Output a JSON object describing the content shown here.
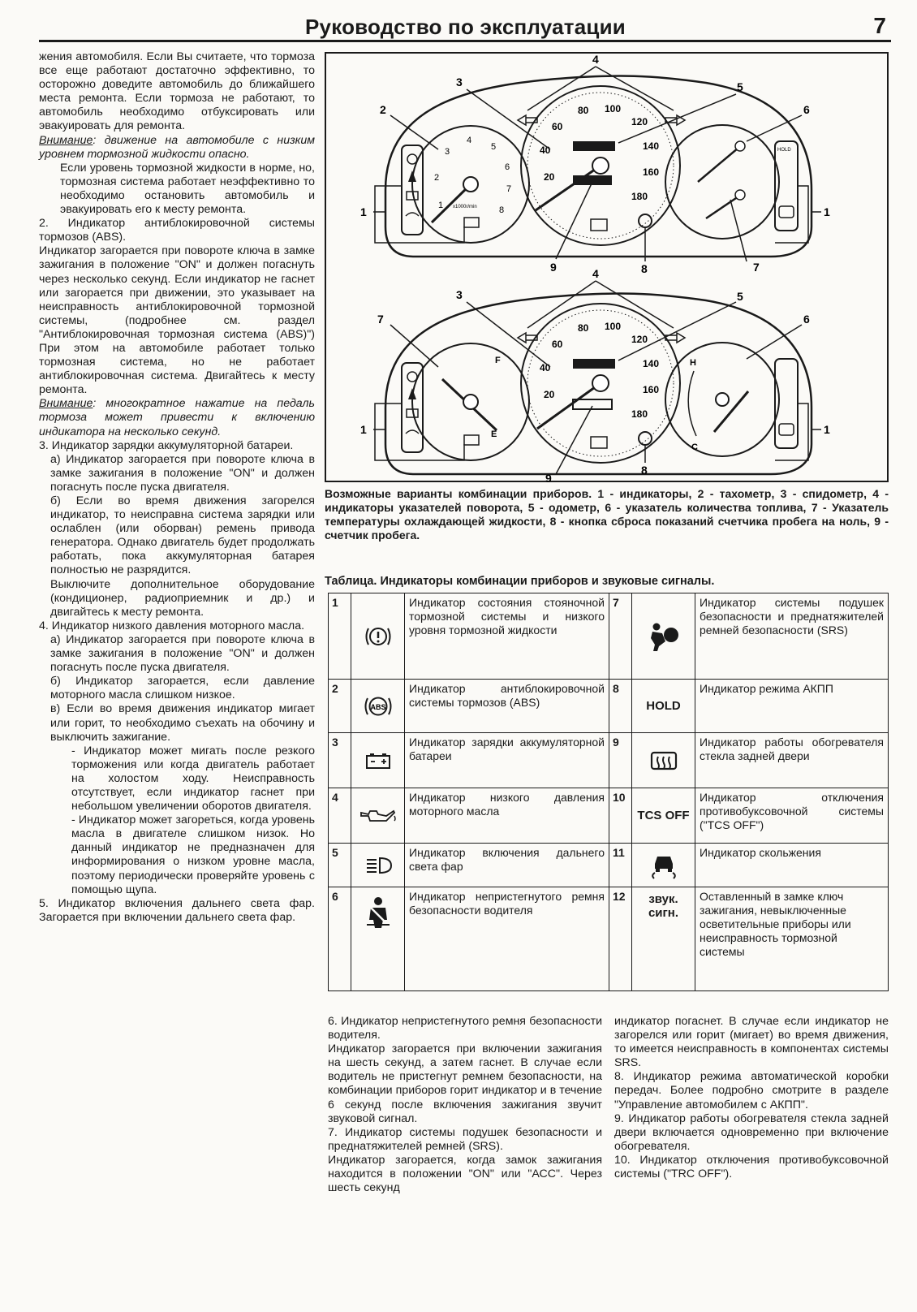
{
  "header": {
    "title": "Руководство по эксплуатации",
    "page_number": "7"
  },
  "left_column": [
    "жения автомобиля. Если Вы считаете, что тормоза все еще работают достаточно эффективно, то осторожно доведите автомобиль до ближайшего места ремонта. Если тормоза не работают, то автомобиль необходимо отбуксировать или эвакуировать для ремонта.",
    "движение на автомобиле с низким уровнем тормозной жидкости опасно.",
    "Если уровень тормозной жидкости в норме, но, тормозная система работает неэффективно то необходимо остановить автомобиль и эвакуировать его к месту ремонта.",
    "2. Индикатор антиблокировочной системы тормозов (ABS).",
    "Индикатор загорается при повороте ключа в замке зажигания в положение \"ON\" и должен погаснуть через несколько секунд. Если индикатор не гаснет или загорается при движении, это указывает на неисправность антиблокировочной тормозной системы, (подробнее см. раздел \"Антиблокировочная тормозная система (ABS)\") При этом на автомобиле работает только тормозная система, но не работает антиблокировочная система. Двигайтесь к месту ремонта.",
    "многократное нажатие на педаль тормоза может привести к включению индикатора на несколько секунд.",
    "3. Индикатор зарядки аккумуляторной батареи.",
    "а) Индикатор загорается при повороте ключа в замке зажигания в положение \"ON\" и должен погаснуть после пуска двигателя.",
    "б) Если во время движения загорелся индикатор, то неисправна система зарядки или ослаблен (или оборван) ремень привода генератора. Однако двигатель будет продолжать работать, пока аккумуляторная батарея полностью не разрядится.",
    "Выключите дополнительное оборудование (кондиционер, радиоприемник и др.) и двигайтесь к месту ремонта.",
    "4. Индикатор низкого давления моторного масла.",
    "а) Индикатор загорается при повороте ключа в замке зажигания в положение \"ON\" и должен погаснуть после пуска двигателя.",
    "б) Индикатор загорается, если давление моторного масла слишком низкое.",
    "в) Если во время движения индикатор мигает или горит, то необходимо съехать на обочину и выключить зажигание.",
    "- Индикатор может мигать после резкого торможения или когда двигатель работает на холостом ходу. Неисправность отсутствует, если индикатор гаснет при небольшом увеличении оборотов двигателя.",
    "- Индикатор может загореться, когда уровень масла в двигателе слишком низок. Но данный индикатор не предназначен для информирования о низком уровне масла, поэтому периодически проверяйте уровень с помощью щупа.",
    "5. Индикатор включения дальнего света фар. Загорается при включении дальнего света фар."
  ],
  "warning_label": "Внимание",
  "figure": {
    "callouts": [
      "1",
      "2",
      "3",
      "4",
      "5",
      "6",
      "7",
      "8",
      "9"
    ],
    "speedo_ticks": [
      "20",
      "40",
      "60",
      "80",
      "100",
      "120",
      "140",
      "160",
      "180"
    ],
    "tacho_ticks": [
      "1",
      "2",
      "3",
      "4",
      "5",
      "6",
      "7",
      "8"
    ],
    "fuel_marks": [
      "F",
      "E"
    ],
    "temp_marks": [
      "H",
      "C"
    ],
    "hold_label": "HOLD",
    "tacho_unit": "x1000r/min"
  },
  "caption": "Возможные варианты комбинации приборов. 1 - индикаторы, 2 - тахометр, 3 - спидометр, 4 - индикаторы указателей поворота, 5 - одометр, 6 - указатель количества топлива, 7 - Указатель температуры охлаждающей жидкости, 8 - кнопка сброса показаний счетчика пробега на ноль, 9 - счетчик пробега.",
  "table": {
    "title": "Таблица. Индикаторы комбинации приборов и звуковые сигналы.",
    "rows": [
      {
        "n1": "1",
        "icon1": "brake-warning-icon",
        "d1": "Индикатор состояния стояночной тормозной системы и низкого уровня тормозной жидкости",
        "n2": "7",
        "icon2": "airbag-icon",
        "t2": "",
        "d2": "Индикатор системы подушек безопасности и преднатяжителей ремней безопасности (SRS)"
      },
      {
        "n1": "2",
        "icon1": "abs-icon",
        "icon1_text": "ABS",
        "d1": "Индикатор антиблокировочной системы тормозов (ABS)",
        "n2": "8",
        "icon2": "",
        "t2": "HOLD",
        "d2": "Индикатор режима АКПП"
      },
      {
        "n1": "3",
        "icon1": "battery-icon",
        "d1": "Индикатор зарядки аккумуляторной батареи",
        "n2": "9",
        "icon2": "rear-defroster-icon",
        "t2": "",
        "d2": "Индикатор работы обогревателя стекла задней двери"
      },
      {
        "n1": "4",
        "icon1": "oil-can-icon",
        "d1": "Индикатор низкого давления моторного масла",
        "n2": "10",
        "icon2": "",
        "t2": "TCS OFF",
        "d2": "Индикатор отключения противобуксовочной системы (\"TCS OFF\")"
      },
      {
        "n1": "5",
        "icon1": "high-beam-icon",
        "d1": "Индикатор включения дальнего света фар",
        "n2": "11",
        "icon2": "skid-icon",
        "t2": "",
        "d2": "Индикатор скольжения"
      },
      {
        "n1": "6",
        "icon1": "seatbelt-icon",
        "d1": "Индикатор непристегнутого ремня безопасности водителя",
        "n2": "12",
        "icon2": "",
        "t2": "звук. сигн.",
        "d2": "Оставленный в замке ключ зажигания, невыключенные осветительные приборы или неисправность тормозной системы"
      }
    ]
  },
  "bottom_left": [
    "6. Индикатор непристегнутого ремня безопасности водителя.",
    "Индикатор загорается при включении зажигания на шесть секунд, а затем гаснет. В случае если водитель не пристегнут ремнем безопасности, на комбинации приборов горит индикатор и в течение 6 секунд после включения зажигания звучит звуковой сигнал.",
    "7. Индикатор системы подушек безопасности и преднатяжителей ремней (SRS).",
    "Индикатор загорается, когда замок зажигания находится в положении \"ON\" или \"АСС\". Через шесть секунд"
  ],
  "bottom_right": [
    "индикатор погаснет. В случае если индикатор не загорелся или горит (мигает) во время движения, то имеется неисправность в компонентах системы SRS.",
    "8. Индикатор режима автоматической коробки передач. Более подробно смотрите в разделе \"Управление автомобилем с АКПП\".",
    "9. Индикатор работы обогревателя стекла задней двери включается одновременно при включение обогревателя.",
    "10. Индикатор отключения противобуксовочной системы (\"TRC OFF\")."
  ]
}
